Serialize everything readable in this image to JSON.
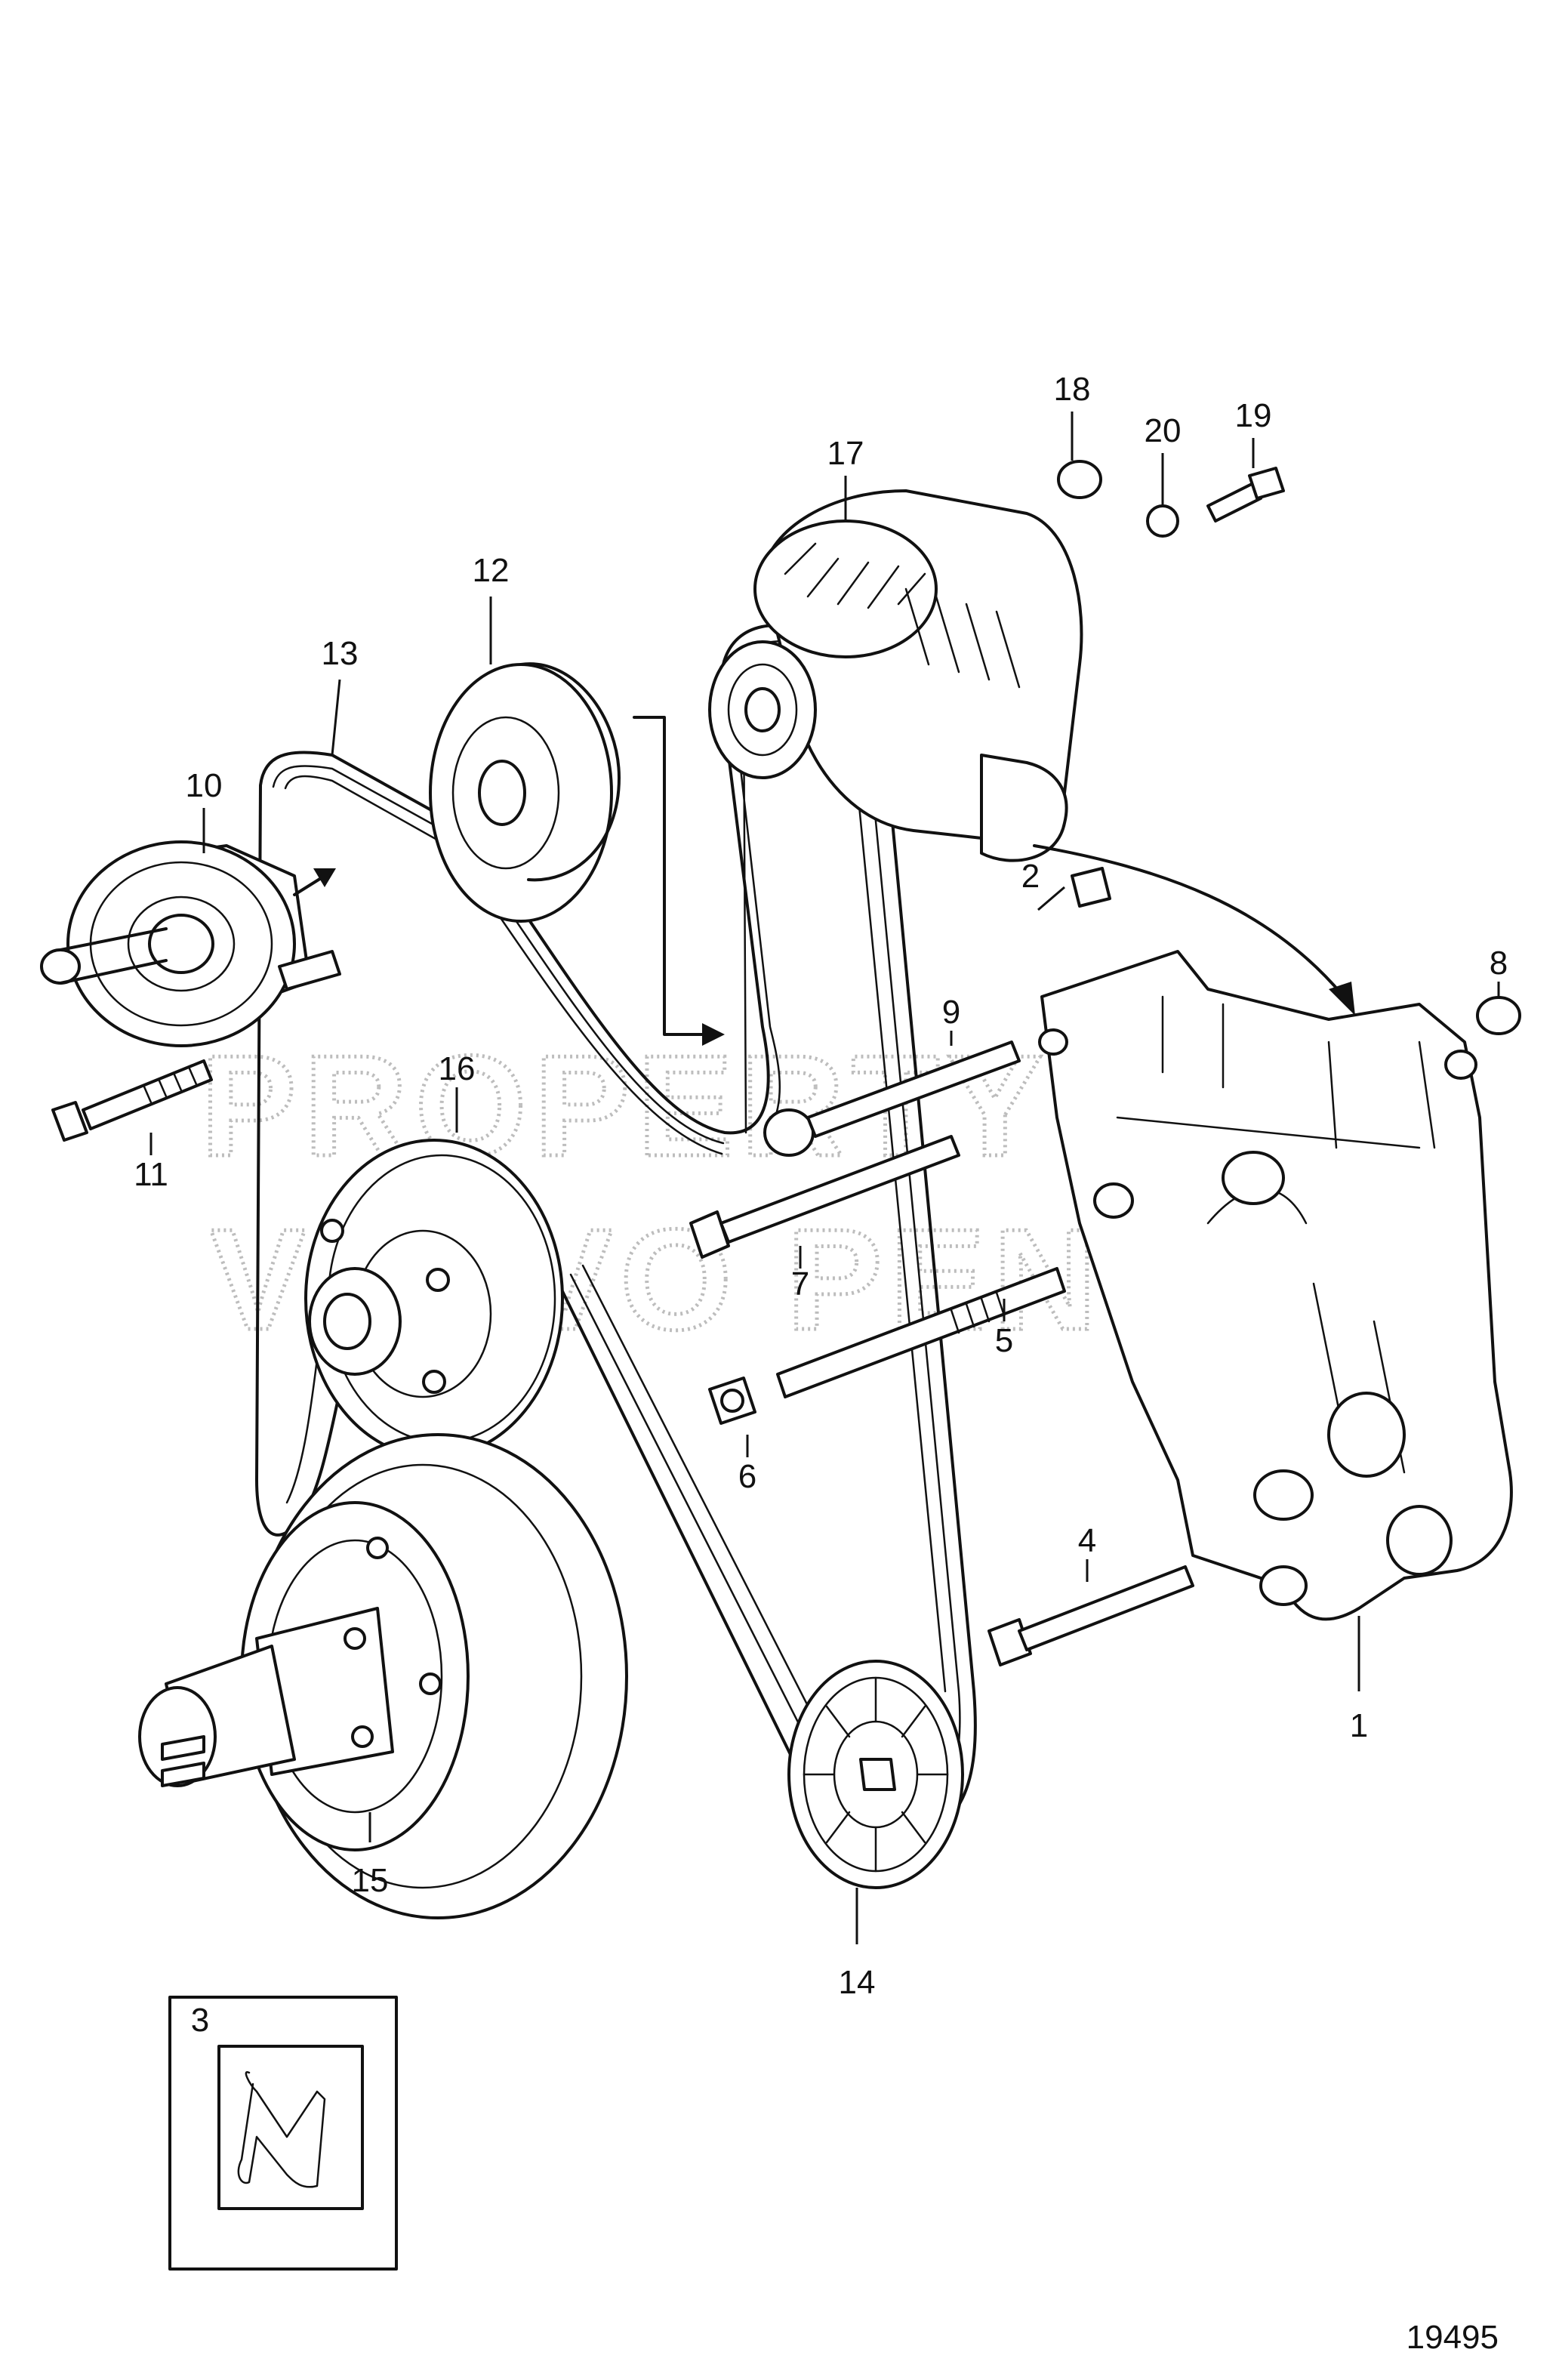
{
  "watermark": {
    "line1": "PROPERTY OF",
    "line2": "VOLVO PENTA"
  },
  "figure_number": "19495",
  "callouts": {
    "c1": "1",
    "c2": "2",
    "c3": "3",
    "c4": "4",
    "c5": "5",
    "c6": "6",
    "c7": "7",
    "c8": "8",
    "c9": "9",
    "c10": "10",
    "c11": "11",
    "c12": "12",
    "c13": "13",
    "c14": "14",
    "c15": "15",
    "c16": "16",
    "c17": "17",
    "c18": "18",
    "c19": "19",
    "c20": "20"
  }
}
